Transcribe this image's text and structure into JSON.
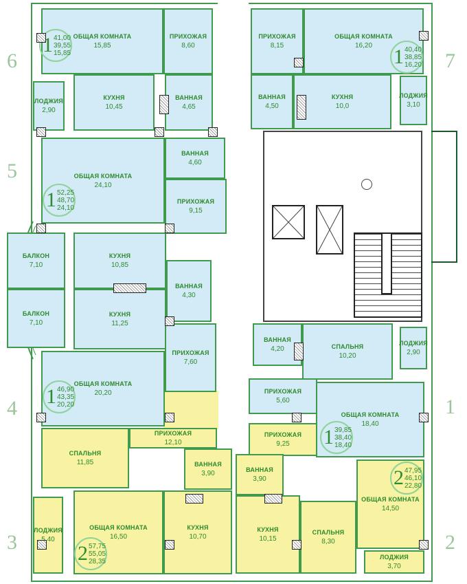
{
  "rooms": [
    {
      "name": "ОБЩАЯ КОМНАТА",
      "area": "15,85"
    },
    {
      "name": "ПРИХОЖАЯ",
      "area": "8,60"
    },
    {
      "name": "ЛОДЖИЯ",
      "area": "2,90"
    },
    {
      "name": "КУХНЯ",
      "area": "10,45"
    },
    {
      "name": "ВАННАЯ",
      "area": "4,65"
    },
    {
      "name": "ПРИХОЖАЯ",
      "area": "8,15"
    },
    {
      "name": "ОБЩАЯ КОМНАТА",
      "area": "16,20"
    },
    {
      "name": "ВАННАЯ",
      "area": "4,50"
    },
    {
      "name": "КУХНЯ",
      "area": "10,0"
    },
    {
      "name": "ЛОДЖИЯ",
      "area": "3,10"
    },
    {
      "name": "ОБЩАЯ КОМНАТА",
      "area": "24,10"
    },
    {
      "name": "ВАННАЯ",
      "area": "4,60"
    },
    {
      "name": "ПРИХОЖАЯ",
      "area": "9,15"
    },
    {
      "name": "БАЛКОН",
      "area": "7,10"
    },
    {
      "name": "БАЛКОН",
      "area": "7,10"
    },
    {
      "name": "КУХНЯ",
      "area": "10,85"
    },
    {
      "name": "ВАННАЯ",
      "area": "4,30"
    },
    {
      "name": "КУХНЯ",
      "area": "11,25"
    },
    {
      "name": "ПРИХОЖАЯ",
      "area": "7,60"
    },
    {
      "name": "ОБЩАЯ КОМНАТА",
      "area": "20,20"
    },
    {
      "name": "ВАННАЯ",
      "area": "4,20"
    },
    {
      "name": "СПАЛЬНЯ",
      "area": "10,20"
    },
    {
      "name": "ЛОДЖИЯ",
      "area": "2,90"
    },
    {
      "name": "ПРИХОЖАЯ",
      "area": "5,60"
    },
    {
      "name": "ОБЩАЯ КОМНАТА",
      "area": "18,40"
    },
    {
      "name": "СПАЛЬНЯ",
      "area": "11,85"
    },
    {
      "name": "ПРИХОЖАЯ",
      "area": "12,10"
    },
    {
      "name": "ВАННАЯ",
      "area": "3,90"
    },
    {
      "name": "ЛОДЖИЯ",
      "area": "5,40"
    },
    {
      "name": "ОБЩАЯ КОМНАТА",
      "area": "16,50"
    },
    {
      "name": "КУХНЯ",
      "area": "10,70"
    },
    {
      "name": "ПРИХОЖАЯ",
      "area": "9,25"
    },
    {
      "name": "ВАННАЯ",
      "area": "3,90"
    },
    {
      "name": "КУХНЯ",
      "area": "10,15"
    },
    {
      "name": "СПАЛЬНЯ",
      "area": "8,30"
    },
    {
      "name": "ОБЩАЯ КОМНАТА",
      "area": "14,50"
    },
    {
      "name": "ЛОДЖИЯ",
      "area": "3,70"
    }
  ],
  "badges": [
    {
      "rooms": "1",
      "total": "41,00",
      "living_total": "39,55",
      "living": "15,85"
    },
    {
      "rooms": "1",
      "total": "40,40",
      "living_total": "38,85",
      "living": "16,20"
    },
    {
      "rooms": "1",
      "total": "52,25",
      "living_total": "48,70",
      "living": "24,10"
    },
    {
      "rooms": "1",
      "total": "46,90",
      "living_total": "43,35",
      "living": "20,20"
    },
    {
      "rooms": "1",
      "total": "39,85",
      "living_total": "38,40",
      "living": "18,40"
    },
    {
      "rooms": "2",
      "total": "47,95",
      "living_total": "46,10",
      "living": "22,80"
    },
    {
      "rooms": "2",
      "total": "57,75",
      "living_total": "55,05",
      "living": "28,35"
    }
  ],
  "sections": [
    "6",
    "7",
    "5",
    "4",
    "1",
    "3",
    "2"
  ],
  "colors": {
    "one_room": "#d3eaf7",
    "two_room": "#f7f3a2",
    "wall": "#3f9a4e"
  }
}
